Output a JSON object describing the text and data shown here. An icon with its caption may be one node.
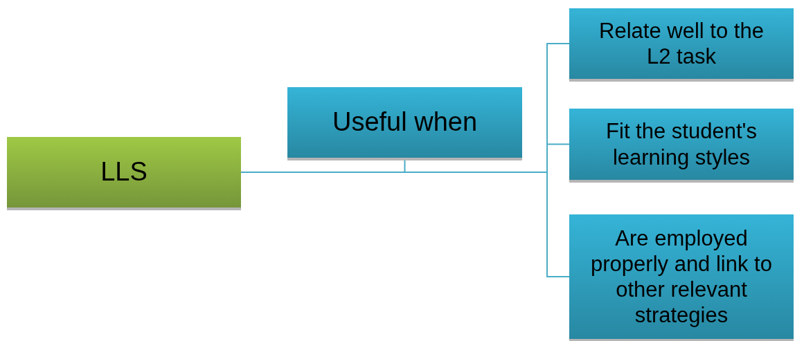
{
  "diagram": {
    "nodes": [
      {
        "text": [
          "LLS"
        ]
      },
      {
        "text": [
          "Useful when"
        ]
      },
      {
        "text": [
          "Relate well to the L2 task"
        ]
      },
      {
        "text": [
          "Fit the student's learning styles"
        ]
      },
      {
        "text": [
          "Are employed properly and link to other relevant strategies"
        ]
      }
    ],
    "edges": [
      {
        "from": 0,
        "to": 1,
        "arrow": "none"
      },
      {
        "from": 0,
        "to": 2,
        "arrow": "none"
      },
      {
        "from": 0,
        "to": 3,
        "arrow": "none"
      },
      {
        "from": 0,
        "to": 4,
        "arrow": "none"
      }
    ]
  }
}
